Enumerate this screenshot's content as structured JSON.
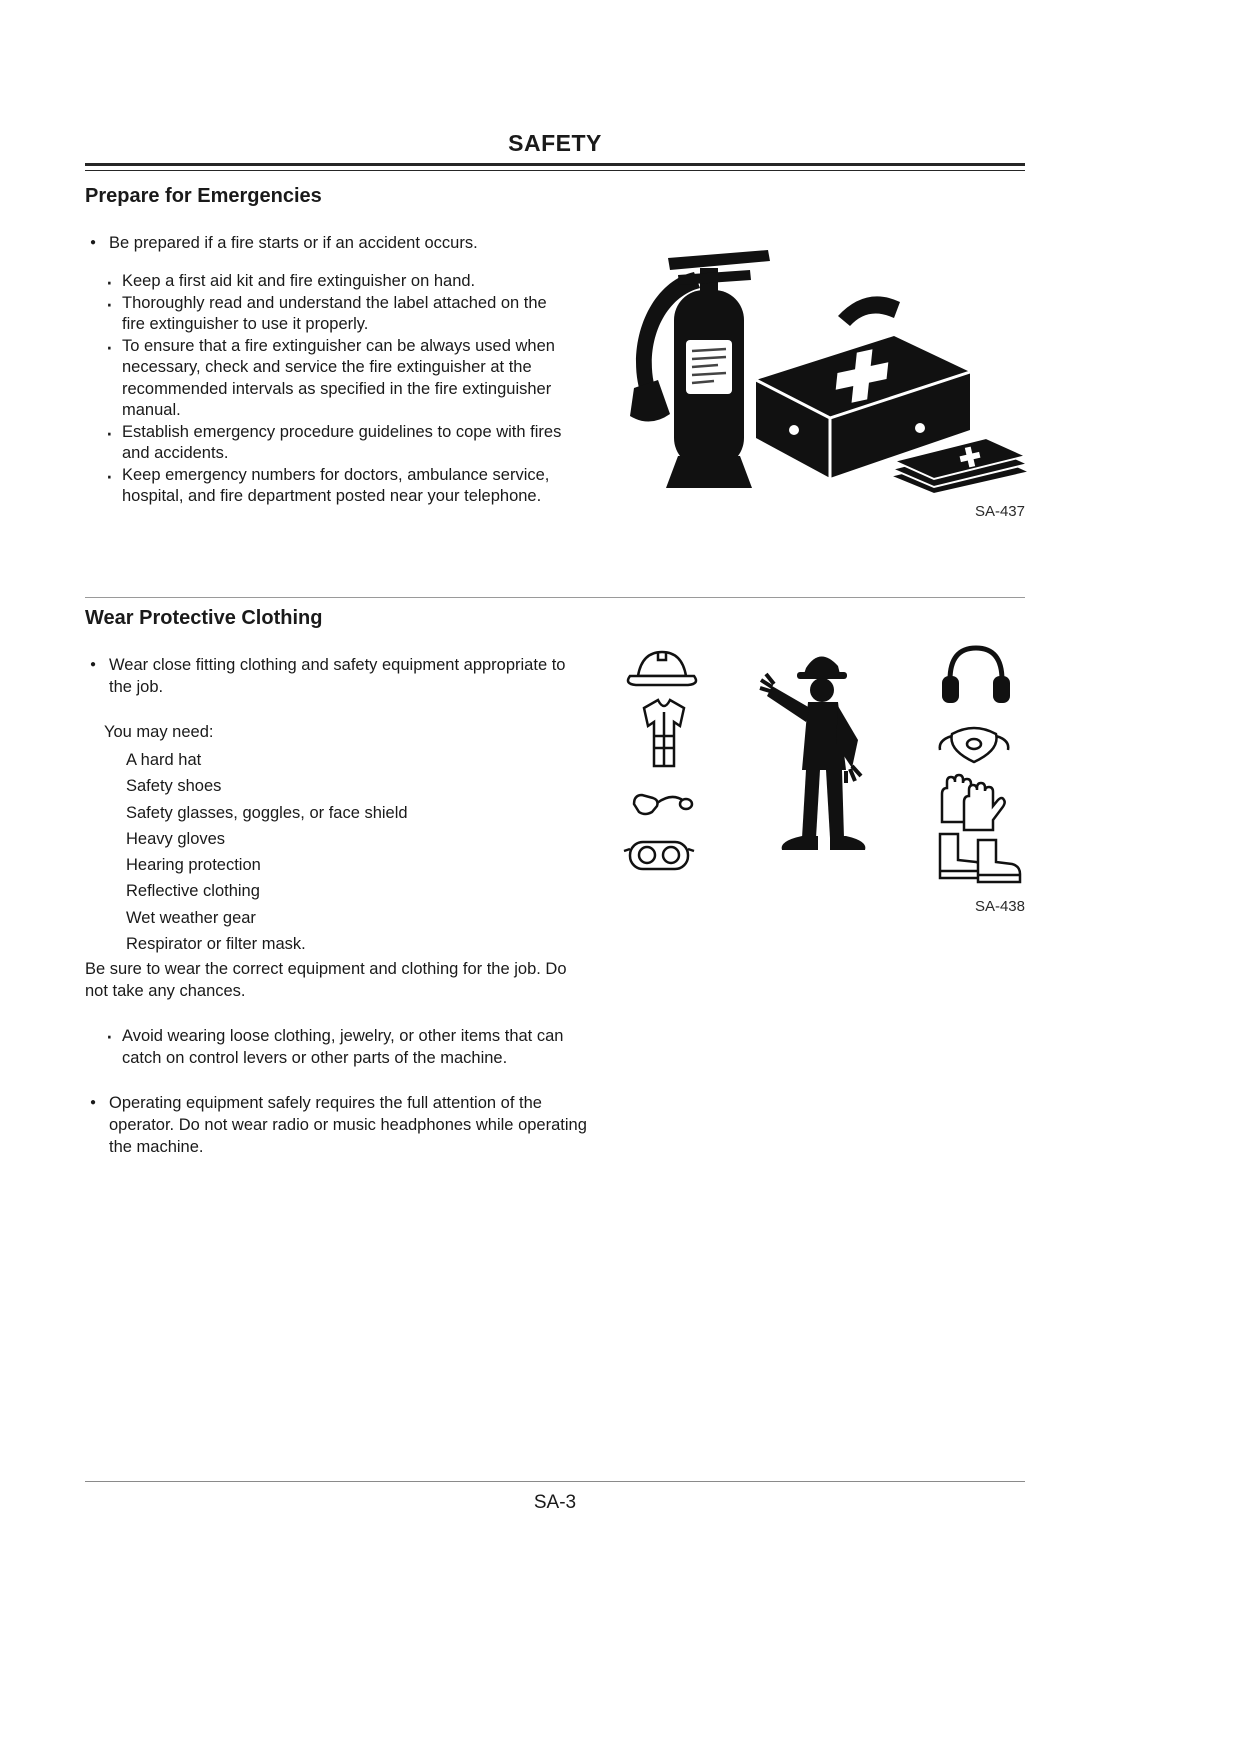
{
  "page": {
    "header_title": "SAFETY",
    "footer_page_number": "SA-3"
  },
  "glyphs": {
    "bullet": "●",
    "sub_bullet": "·"
  },
  "colors": {
    "ink": "#1a1a1a",
    "header_rule": "#262626",
    "divider": "#9a9a9a"
  },
  "section1": {
    "title": "Prepare for Emergencies",
    "bullet": "Be prepared if a fire starts or if an accident occurs.",
    "sub_bullets": [
      "Keep a first aid kit and fire extinguisher on hand.",
      "Thoroughly read and understand the label attached on the fire extinguisher to use it properly.",
      "To ensure that a fire extinguisher can be always used when necessary, check and service the fire extinguisher at the recommended intervals as specified in the fire extinguisher manual.",
      "Establish emergency procedure guidelines to cope with fires and accidents.",
      "Keep emergency numbers for doctors, ambulance service, hospital, and fire department posted near your telephone."
    ],
    "figure_icons": [
      "fire-extinguisher",
      "first-aid-kit",
      "first-aid-cards"
    ],
    "figure_caption": "SA-437"
  },
  "section2": {
    "title": "Wear Protective Clothing",
    "bullet1": "Wear close fitting clothing and safety equipment appropriate to the job.",
    "need_intro": "You may need:",
    "need_items": [
      "A hard hat",
      "Safety shoes",
      "Safety glasses, goggles, or face shield",
      "Heavy gloves",
      "Hearing protection",
      "Reflective clothing",
      "Wet weather gear",
      "Respirator or filter mask."
    ],
    "paragraph": "Be sure to wear the correct equipment and clothing for the job. Do not take any chances.",
    "sub_bullet": "Avoid wearing loose clothing, jewelry, or other items that can catch on control levers or other parts of the machine.",
    "bullet2": "Operating equipment safely requires the full attention of the operator. Do not wear radio or music headphones while operating the machine.",
    "figure_icons": [
      "hard-hat",
      "safety-vest",
      "ear-plugs",
      "safety-goggles",
      "worker-figure",
      "ear-muffs",
      "respirator-mask",
      "gloves",
      "safety-boots"
    ],
    "figure_caption": "SA-438"
  }
}
